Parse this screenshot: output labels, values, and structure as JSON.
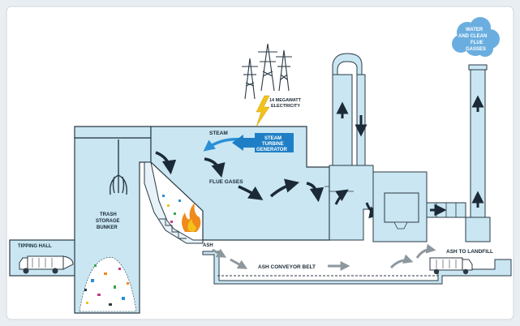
{
  "labels": {
    "tipping_hall": "TIPPING HALL",
    "trash_storage_1": "TRASH",
    "trash_storage_2": "STORAGE",
    "trash_storage_3": "BUNKER",
    "electricity_1": "14 MEGAWATT",
    "electricity_2": "ELECTRICITY",
    "steam": "STEAM",
    "turbine_1": "STEAM",
    "turbine_2": "TURBINE",
    "turbine_3": "GENERATOR",
    "flue_gases": "FLUE GASES",
    "ash": "ASH",
    "ash_conveyor": "ASH CONVEYOR BELT",
    "ash_landfill": "ASH TO LANDFILL",
    "cloud_1": "WATER",
    "cloud_2": "AND CLEAN",
    "cloud_3": "FLUE",
    "cloud_4": "GASSES"
  },
  "colors": {
    "background": "#e9eef2",
    "panel": "#ffffff",
    "water": "#c9e6f2",
    "outline": "#2b3a44",
    "arrow": "#1b2a36",
    "turbine_blue": "#1f7fc6",
    "steam_arrow": "#2a8fd6",
    "cloud": "#6aaee0",
    "lightning": "#f2c21b",
    "fire": "#f08a1c",
    "ash_arrow": "#8d979e"
  },
  "icons": [
    "power-tower-icon",
    "lightning-icon",
    "garbage-truck-icon",
    "claw-grabber-icon",
    "fire-icon",
    "cloud-icon"
  ]
}
